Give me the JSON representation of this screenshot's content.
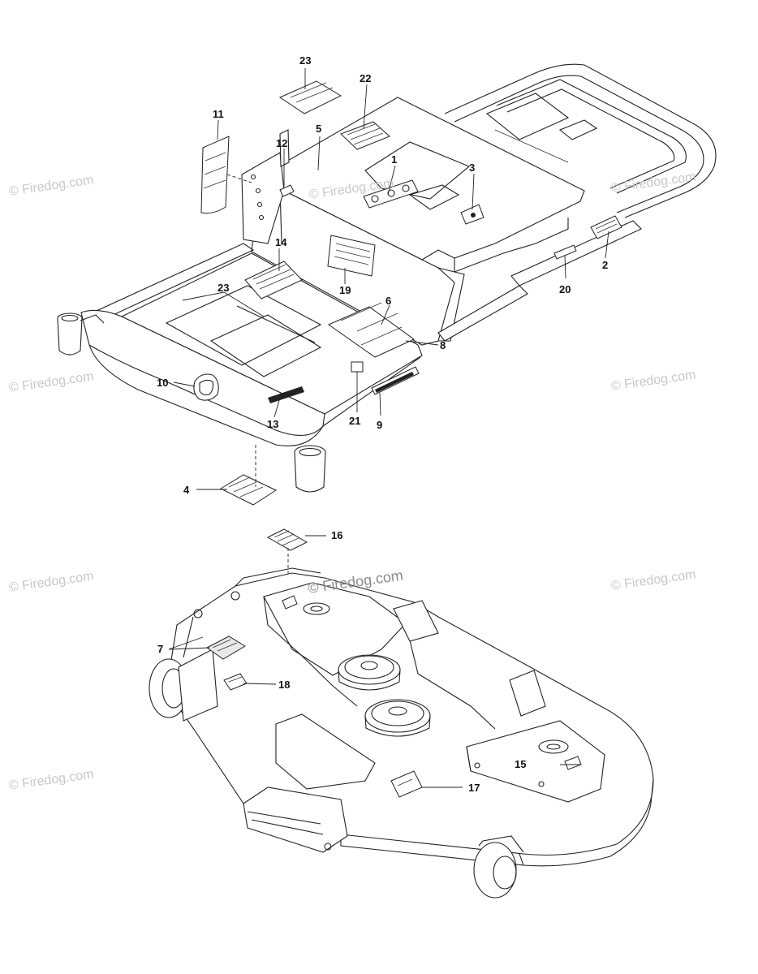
{
  "watermarks": [
    {
      "text": "© Firedog.com"
    },
    {
      "text": "© Firedog.com"
    },
    {
      "text": "© Firedog.com"
    },
    {
      "text": "© Firedog.com"
    },
    {
      "text": "© Firedog.com"
    },
    {
      "text": "© Firedog.com"
    },
    {
      "text": "© Firedog.com"
    },
    {
      "text": "© Firedog.com"
    },
    {
      "text": "© Firedog.com"
    }
  ],
  "callouts": [
    {
      "label": "1"
    },
    {
      "label": "2"
    },
    {
      "label": "3"
    },
    {
      "label": "4"
    },
    {
      "label": "5"
    },
    {
      "label": "6"
    },
    {
      "label": "7"
    },
    {
      "label": "8"
    },
    {
      "label": "9"
    },
    {
      "label": "10"
    },
    {
      "label": "11"
    },
    {
      "label": "12"
    },
    {
      "label": "13"
    },
    {
      "label": "14"
    },
    {
      "label": "15"
    },
    {
      "label": "16"
    },
    {
      "label": "17"
    },
    {
      "label": "18"
    },
    {
      "label": "19"
    },
    {
      "label": "20"
    },
    {
      "label": "21"
    },
    {
      "label": "22"
    },
    {
      "label": "23"
    },
    {
      "label": "23"
    }
  ]
}
